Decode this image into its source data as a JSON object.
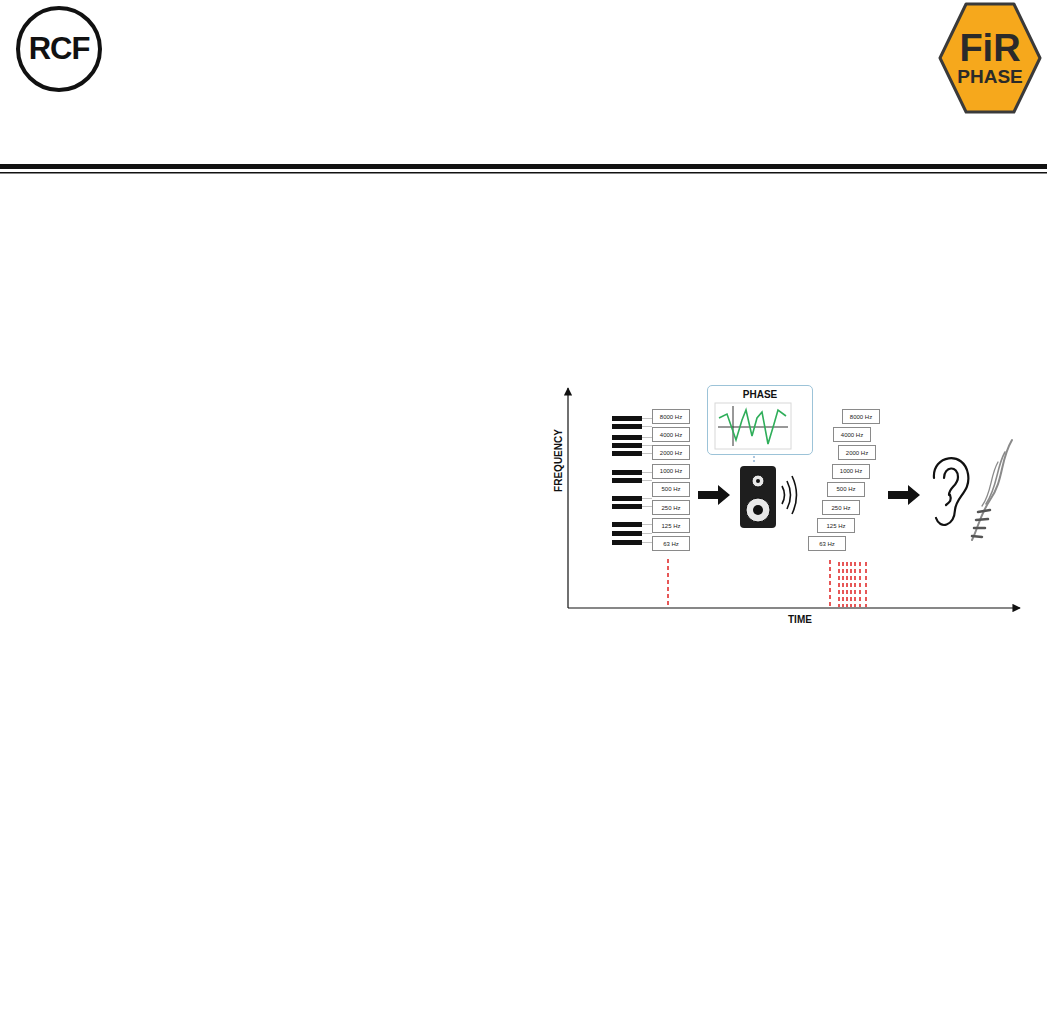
{
  "diagram": {
    "nodes": [
      {
        "text": [
          "RCF"
        ]
      },
      {
        "text": [
          "FiR",
          "PHASE"
        ]
      },
      {
        "text": [
          "PHASE"
        ]
      },
      {
        "text": [
          "8000 Hz"
        ]
      },
      {
        "text": [
          "4000 Hz"
        ]
      },
      {
        "text": [
          "2000 Hz"
        ]
      },
      {
        "text": [
          "1000 Hz"
        ]
      },
      {
        "text": [
          "500 Hz"
        ]
      },
      {
        "text": [
          "250 Hz"
        ]
      },
      {
        "text": [
          "125 Hz"
        ]
      },
      {
        "text": [
          "63 Hz"
        ]
      },
      {
        "text": [
          "8000 Hz"
        ]
      },
      {
        "text": [
          "4000 Hz"
        ]
      },
      {
        "text": [
          "2000 Hz"
        ]
      },
      {
        "text": [
          "1000 Hz"
        ]
      },
      {
        "text": [
          "500 Hz"
        ]
      },
      {
        "text": [
          "250 Hz"
        ]
      },
      {
        "text": [
          "125 Hz"
        ]
      },
      {
        "text": [
          "63 Hz"
        ]
      }
    ],
    "labels": [
      "FREQUENCY",
      "TIME"
    ]
  }
}
